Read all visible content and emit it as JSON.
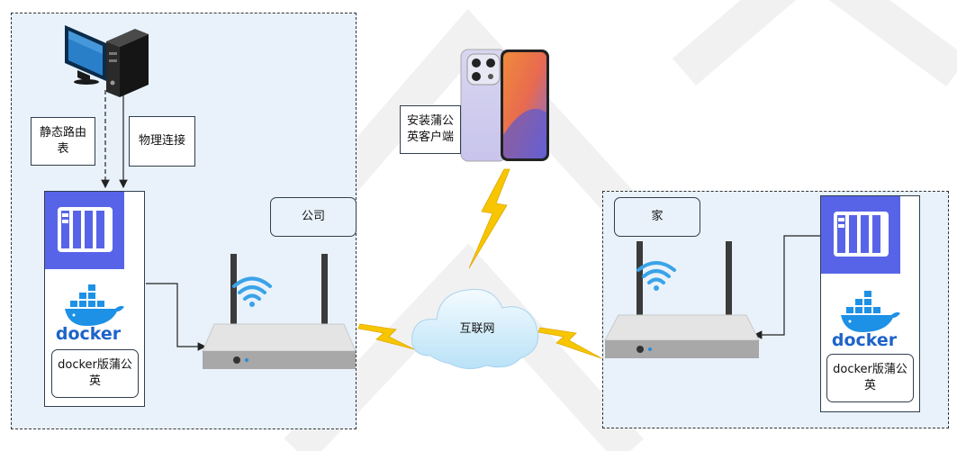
{
  "left_zone": {
    "static_route_label": "静态路由表",
    "physical_link_label": "物理连接",
    "company_label": "公司",
    "docker_logo_text": "docker",
    "docker_app_label": "docker版蒲公英"
  },
  "middle": {
    "phone_label": "安装蒲公英客户端",
    "internet_label": "互联网"
  },
  "right_zone": {
    "home_label": "家",
    "docker_logo_text": "docker",
    "docker_app_label": "docker版蒲公英"
  },
  "colors": {
    "zone_fill": "#e9f2fb",
    "nas_blue": "#5864e8",
    "docker_blue": "#1d91e6",
    "wifi_blue": "#3aa3e8",
    "lightning": "#f7c600",
    "router_body": "#e4e4e4"
  }
}
